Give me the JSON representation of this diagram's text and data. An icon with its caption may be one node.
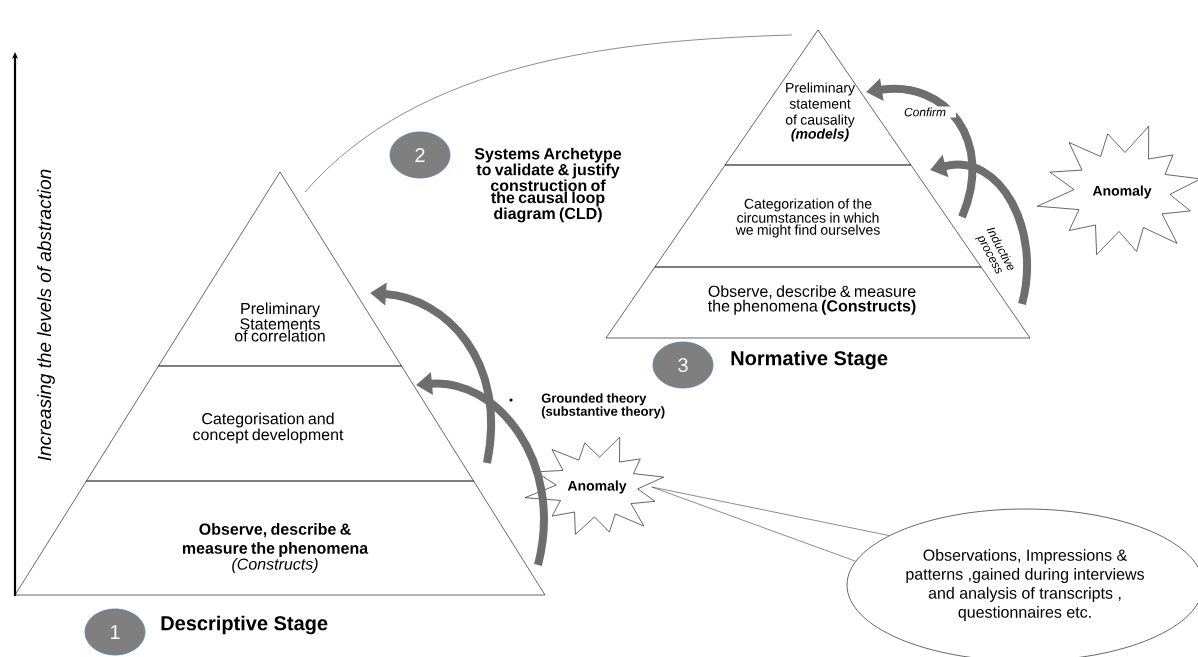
{
  "diagram": {
    "nodes": [
      {
        "text": [
          "Preliminary Statements of correlation"
        ]
      },
      {
        "text": [
          "Categorisation and concept development"
        ]
      },
      {
        "text": [
          "Observe, describe & measure the phenomena",
          "(Constructs)"
        ]
      },
      {
        "text": [
          "1"
        ],
        "beside": [
          "Descriptive Stage"
        ]
      },
      {
        "text": [
          "2"
        ],
        "beside": [
          "Systems Archetype to validate & justify construction of the causal loop diagram (CLD)"
        ]
      },
      {
        "text": [
          "3"
        ],
        "beside": [
          "Normative Stage"
        ]
      },
      {
        "text": [
          "Preliminary statement of causality",
          "(models)"
        ]
      },
      {
        "text": [
          "Categorization of the circumstances in which we might find ourselves"
        ]
      },
      {
        "text": [
          "Observe, describe & measure the phenomena **(Constructs)**"
        ]
      },
      {
        "text": [
          "Anomaly"
        ]
      },
      {
        "text": [
          "Anomaly"
        ]
      },
      {
        "text": [
          "Observations, Impressions & patterns ,gained during interviews and analysis of transcripts , questionnaires etc."
        ]
      }
    ],
    "edges": [
      {
        "from": 1,
        "to": 0,
        "arrow": "to"
      },
      {
        "from": 2,
        "to": 1,
        "arrow": "to"
      },
      {
        "from": 7,
        "to": 6,
        "arrow": "to",
        "label": "Confirm"
      },
      {
        "from": 8,
        "to": 7,
        "arrow": "to",
        "label": "Inductive process"
      },
      {
        "from": 0,
        "to": 6,
        "arrow": "none",
        "color": "#404040"
      },
      {
        "from": 11,
        "to": 9,
        "arrow": "none",
        "color": "#404040"
      }
    ],
    "labels": [
      "Increasing the levels of abstraction",
      "Grounded theory (substantive theory)"
    ]
  }
}
